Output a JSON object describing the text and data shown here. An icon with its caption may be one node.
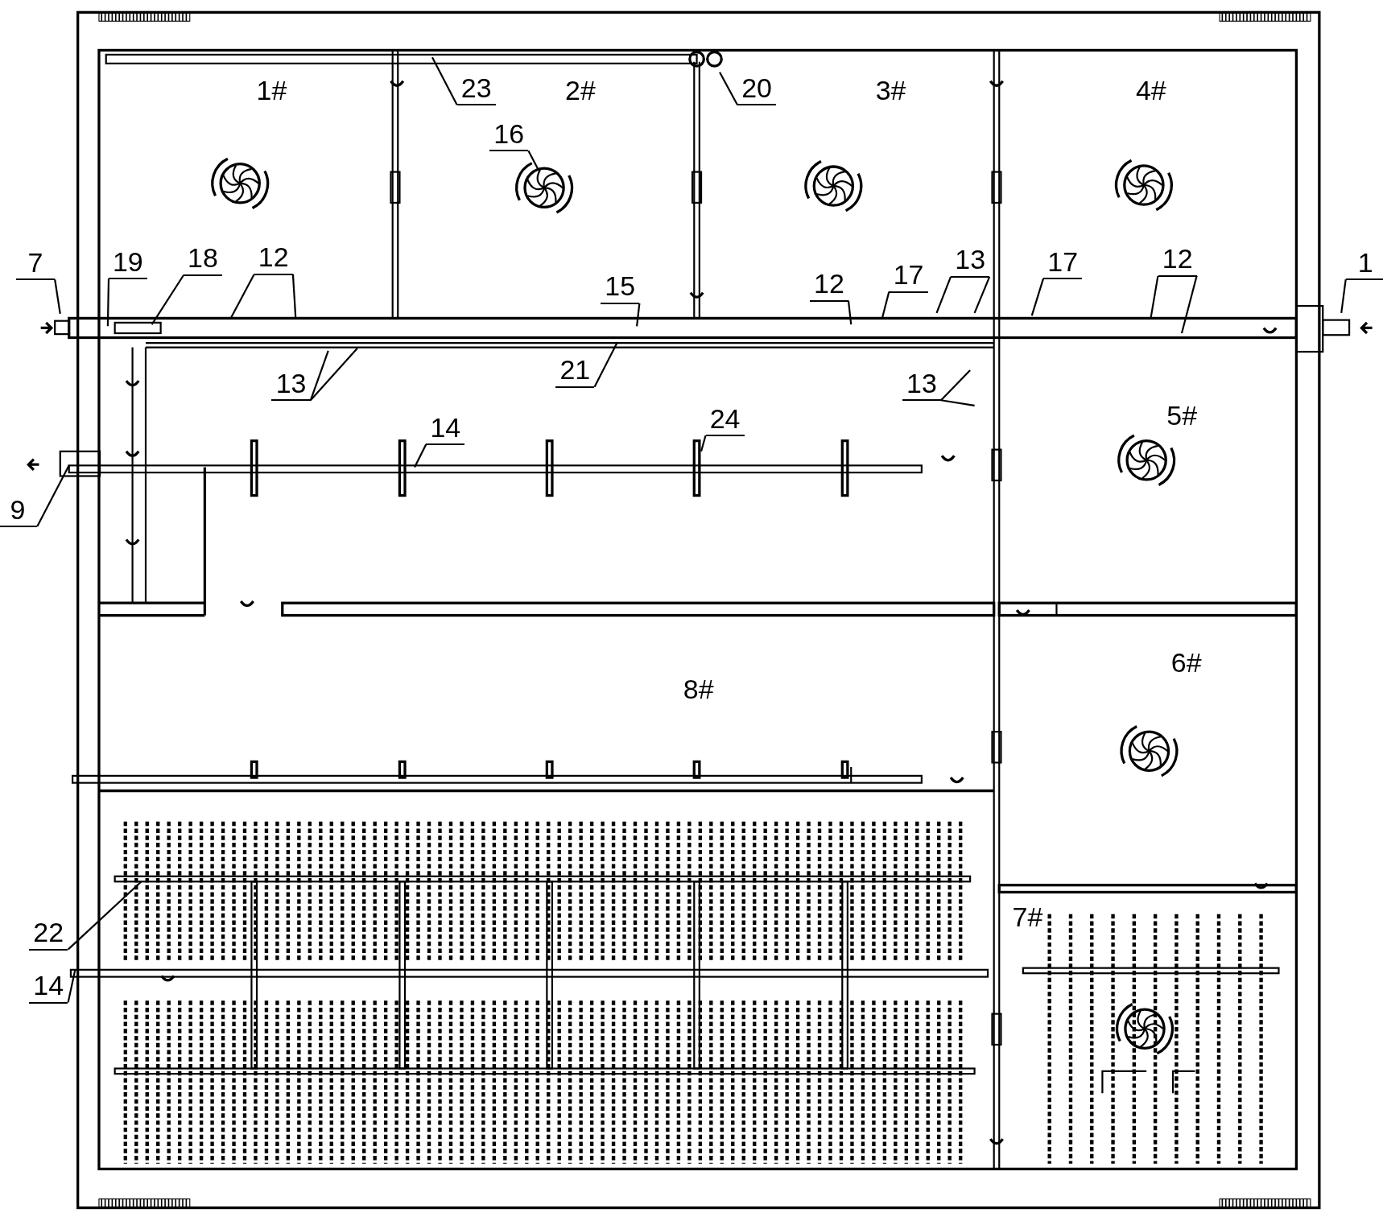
{
  "diagram": {
    "nodes": [
      {
        "text": [
          "23"
        ]
      },
      {
        "text": [
          "20"
        ]
      },
      {
        "text": [
          "16"
        ]
      },
      {
        "text": [
          "7"
        ]
      },
      {
        "text": [
          "19"
        ]
      },
      {
        "text": [
          "18"
        ]
      },
      {
        "text": [
          "12"
        ]
      },
      {
        "text": [
          "15"
        ]
      },
      {
        "text": [
          "12"
        ]
      },
      {
        "text": [
          "17"
        ]
      },
      {
        "text": [
          "13"
        ]
      },
      {
        "text": [
          "17"
        ]
      },
      {
        "text": [
          "12"
        ]
      },
      {
        "text": [
          "1"
        ]
      },
      {
        "text": [
          "13"
        ]
      },
      {
        "text": [
          "21"
        ]
      },
      {
        "text": [
          "13"
        ]
      },
      {
        "text": [
          "14"
        ]
      },
      {
        "text": [
          "24"
        ]
      },
      {
        "text": [
          "9"
        ]
      },
      {
        "text": [
          "22"
        ]
      },
      {
        "text": [
          "14"
        ]
      }
    ],
    "edges": [
      {
        "from": 0,
        "to": null,
        "arrow": "none"
      },
      {
        "from": 1,
        "to": null,
        "arrow": "none"
      },
      {
        "from": 2,
        "to": null,
        "arrow": "none"
      },
      {
        "from": 3,
        "to": null,
        "arrow": "none"
      },
      {
        "from": 4,
        "to": null,
        "arrow": "none"
      },
      {
        "from": 5,
        "to": null,
        "arrow": "none"
      },
      {
        "from": 6,
        "to": null,
        "arrow": "none"
      },
      {
        "from": 6,
        "to": null,
        "arrow": "none"
      },
      {
        "from": 7,
        "to": null,
        "arrow": "none"
      },
      {
        "from": 8,
        "to": null,
        "arrow": "none"
      },
      {
        "from": 9,
        "to": null,
        "arrow": "none"
      },
      {
        "from": 10,
        "to": null,
        "arrow": "none"
      },
      {
        "from": 10,
        "to": null,
        "arrow": "none"
      },
      {
        "from": 11,
        "to": null,
        "arrow": "none"
      },
      {
        "from": 12,
        "to": null,
        "arrow": "none"
      },
      {
        "from": 12,
        "to": null,
        "arrow": "none"
      },
      {
        "from": 13,
        "to": null,
        "arrow": "none"
      },
      {
        "from": 14,
        "to": null,
        "arrow": "none"
      },
      {
        "from": 14,
        "to": null,
        "arrow": "none"
      },
      {
        "from": 15,
        "to": null,
        "arrow": "none"
      },
      {
        "from": 16,
        "to": null,
        "arrow": "none"
      },
      {
        "from": 16,
        "to": null,
        "arrow": "none"
      },
      {
        "from": 17,
        "to": null,
        "arrow": "none"
      },
      {
        "from": 18,
        "to": null,
        "arrow": "none"
      },
      {
        "from": 19,
        "to": null,
        "arrow": "none"
      },
      {
        "from": 20,
        "to": null,
        "arrow": "none"
      },
      {
        "from": 21,
        "to": null,
        "arrow": "none"
      }
    ],
    "labels": [
      "1#",
      "2#",
      "3#",
      "4#",
      "5#",
      "6#",
      "8#",
      "7#"
    ]
  }
}
